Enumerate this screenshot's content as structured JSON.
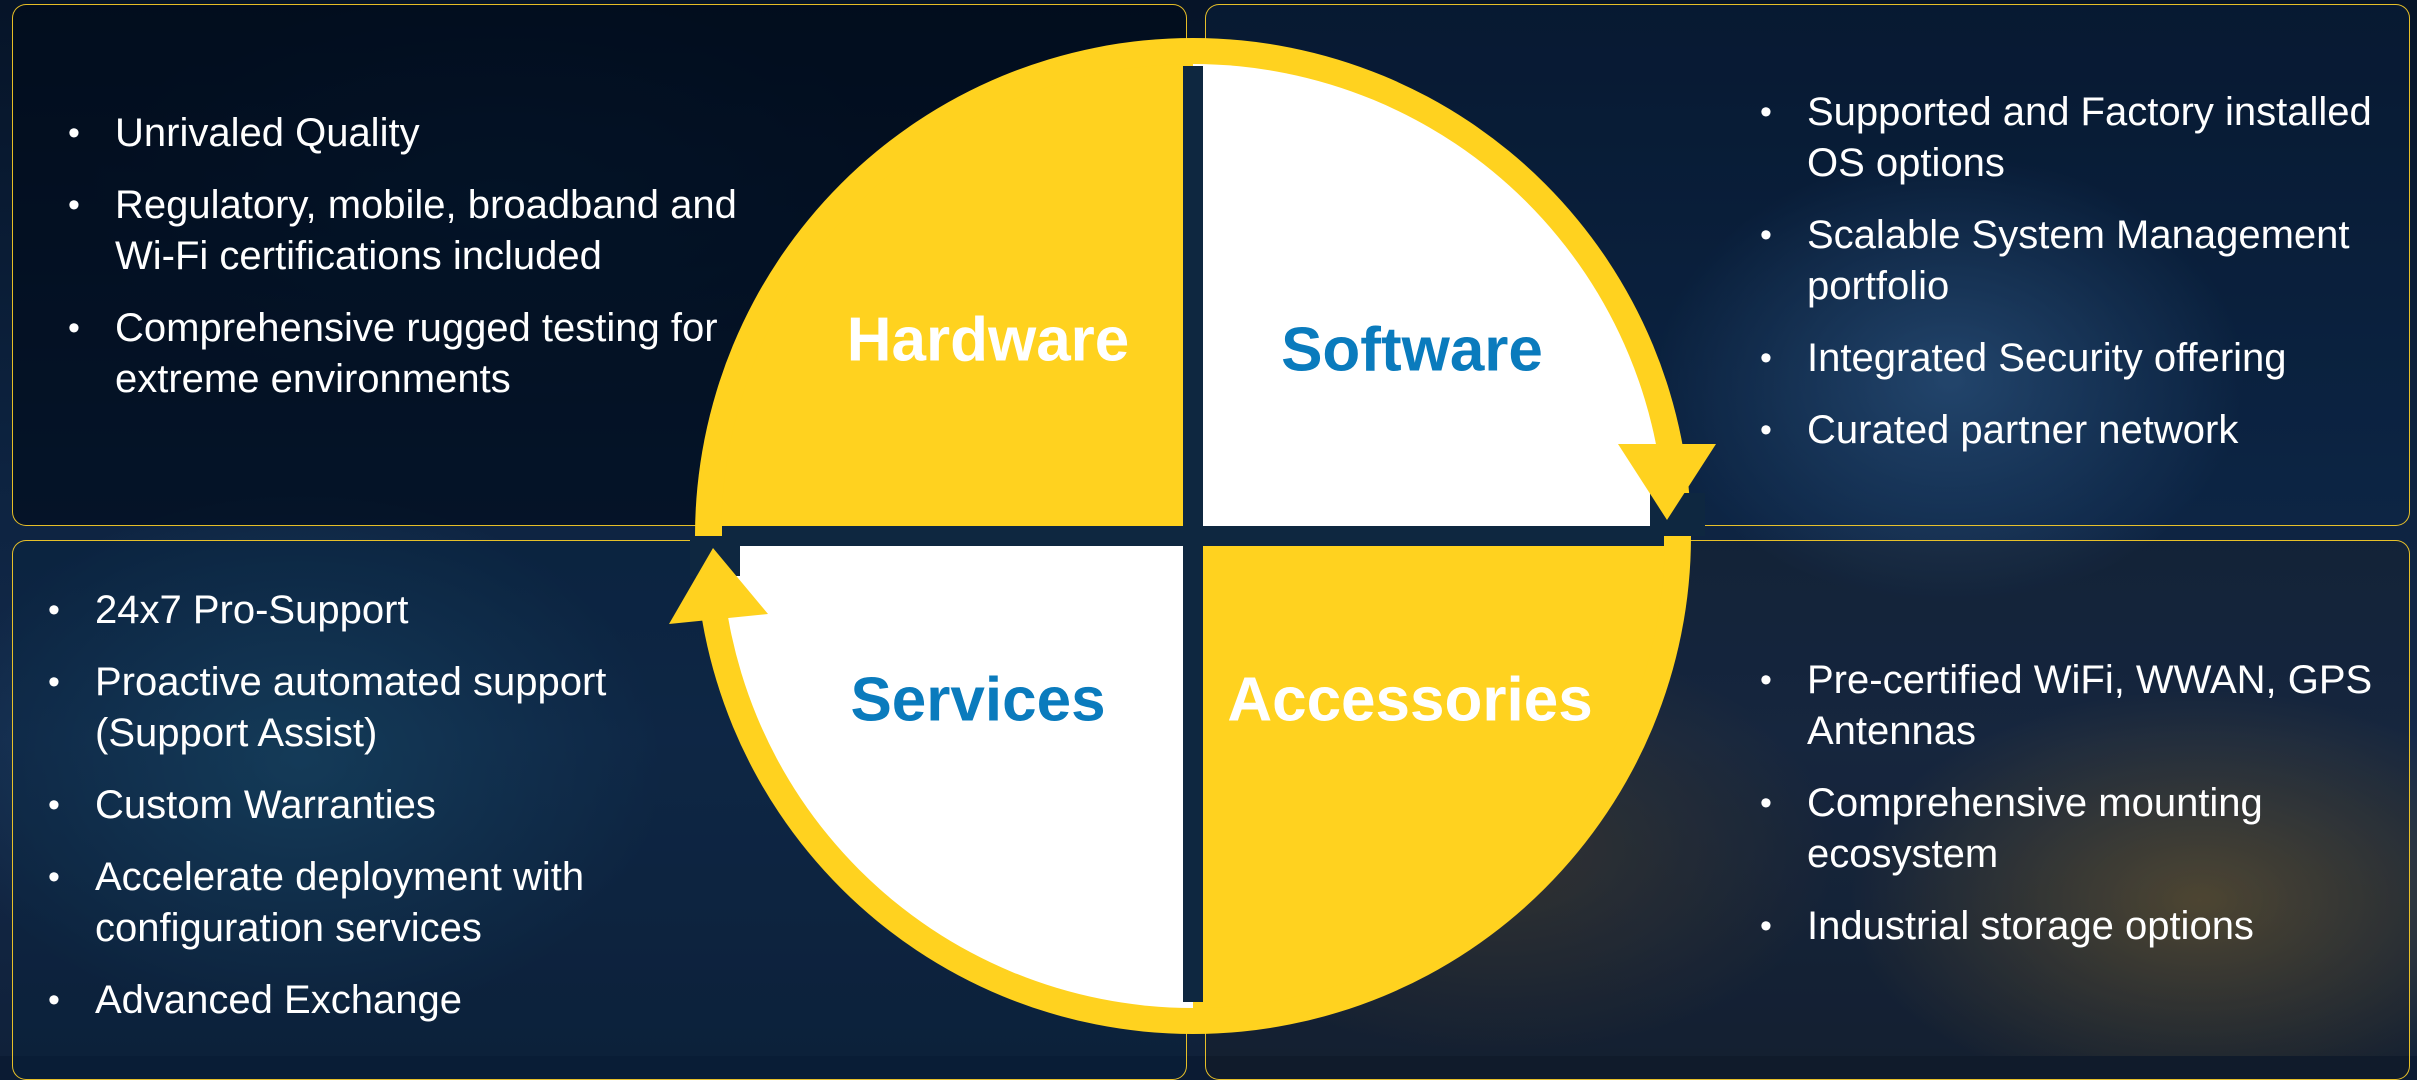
{
  "colors": {
    "accent_yellow": "#ffd21f",
    "label_blue": "#0a7bbd",
    "divider_navy": "#0e2740",
    "text_white": "#ffffff"
  },
  "quadrants": {
    "hardware": {
      "label": "Hardware",
      "bullets": [
        "Unrivaled Quality",
        "Regulatory, mobile, broadband and Wi-Fi certifications included",
        "Comprehensive rugged testing for extreme environments"
      ]
    },
    "software": {
      "label": "Software",
      "bullets": [
        "Supported and Factory installed OS options",
        "Scalable System Management portfolio",
        "Integrated Security offering",
        "Curated partner network"
      ]
    },
    "services": {
      "label": "Services",
      "bullets": [
        "24x7 Pro-Support",
        "Proactive automated support (Support Assist)",
        "Custom Warranties",
        "Accelerate deployment with configuration services",
        "Advanced Exchange"
      ]
    },
    "accessories": {
      "label": "Accessories",
      "bullets": [
        "Pre-certified WiFi, WWAN, GPS Antennas",
        "Comprehensive mounting ecosystem",
        "Industrial storage options"
      ]
    }
  }
}
